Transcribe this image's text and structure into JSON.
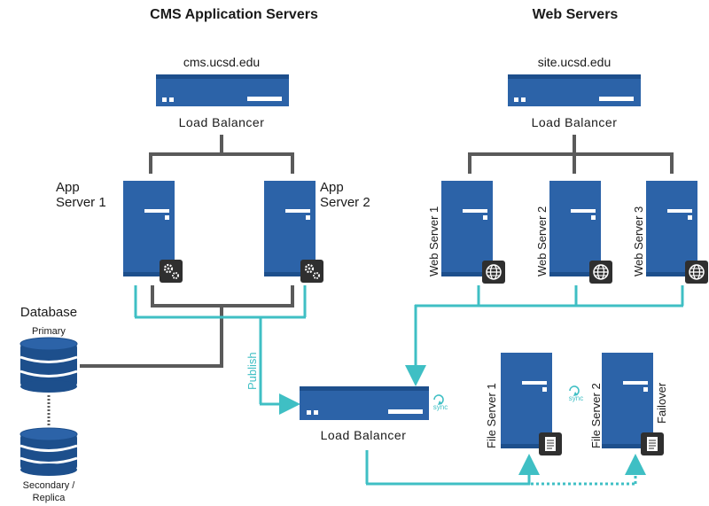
{
  "headings": {
    "cms": "CMS Application Servers",
    "web": "Web Servers"
  },
  "cms": {
    "domain": "cms.ucsd.edu",
    "load_balancer": "Load Balancer",
    "app_server_1": [
      "App",
      "Server 1"
    ],
    "app_server_2": [
      "App",
      "Server 2"
    ],
    "app_icon": "gears-icon"
  },
  "web": {
    "domain": "site.ucsd.edu",
    "load_balancer": "Load Balancer",
    "servers": [
      "Web Server 1",
      "Web Server 2",
      "Web Server 3"
    ],
    "server_icon": "globe-icon"
  },
  "database": {
    "title": "Database",
    "primary": "Primary",
    "secondary": [
      "Secondary /",
      "Replica"
    ]
  },
  "shared": {
    "publish_label": "Publish",
    "load_balancer": "Load Balancer",
    "sync_label": "sync",
    "file_server_1": "File Server 1",
    "file_server_2": "File Server 2",
    "failover": "Failover",
    "file_icon": "document-icon"
  },
  "colors": {
    "server_blue": "#2c63a8",
    "server_dark": "#1d4f8c",
    "connector_gray": "#5a5a5a",
    "connector_teal": "#3fbfc4",
    "icon_dark": "#2f2f2f"
  }
}
